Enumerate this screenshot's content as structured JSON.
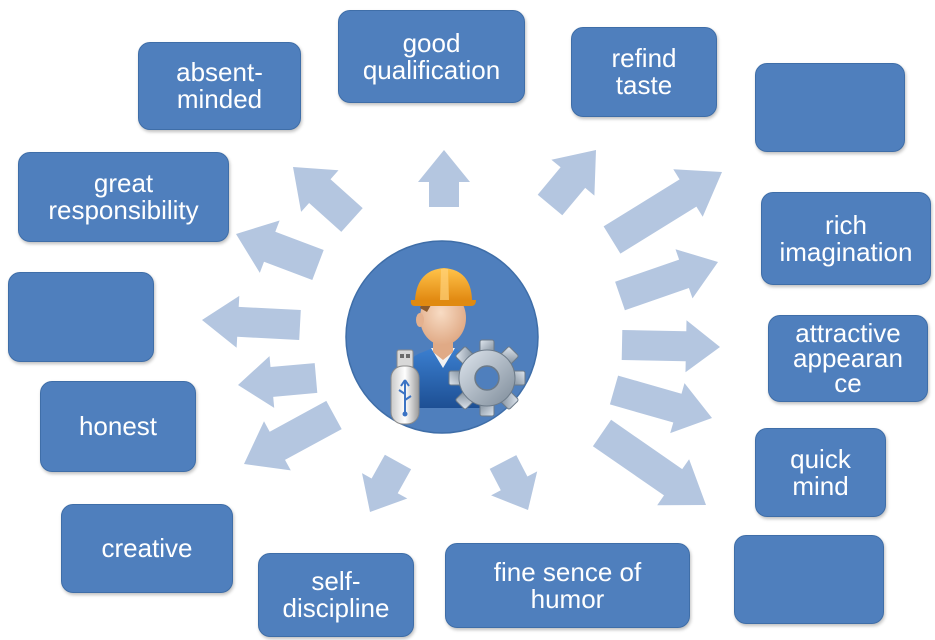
{
  "diagram": {
    "center": {
      "icon": "engineer-with-hardhat-usb-drive-and-gear-icon"
    },
    "boxes": [
      {
        "id": "absent-minded",
        "text": "absent-\nminded"
      },
      {
        "id": "good-qualification",
        "text": "good\nqualification"
      },
      {
        "id": "refind-taste",
        "text": "refind\ntaste"
      },
      {
        "id": "blank-top-right",
        "text": ""
      },
      {
        "id": "great-responsibility",
        "text": "great\nresponsibility"
      },
      {
        "id": "rich-imagination",
        "text": "rich\nimagination"
      },
      {
        "id": "blank-left",
        "text": ""
      },
      {
        "id": "attractive-appearance",
        "text": "attractive\nappearan\nce"
      },
      {
        "id": "honest",
        "text": "honest"
      },
      {
        "id": "quick-mind",
        "text": "quick\nmind"
      },
      {
        "id": "creative",
        "text": "creative"
      },
      {
        "id": "blank-bottom-right",
        "text": ""
      },
      {
        "id": "self-discipline",
        "text": "self-\ndiscipline"
      },
      {
        "id": "fine-sence-of-humor",
        "text": "fine sence of\nhumor"
      }
    ],
    "colors": {
      "box_fill": "#4f7fbd",
      "box_border": "#3f6ea8",
      "arrow_fill": "#b4c6e0",
      "circle_fill": "#4f7fbd",
      "text": "#ffffff"
    }
  }
}
